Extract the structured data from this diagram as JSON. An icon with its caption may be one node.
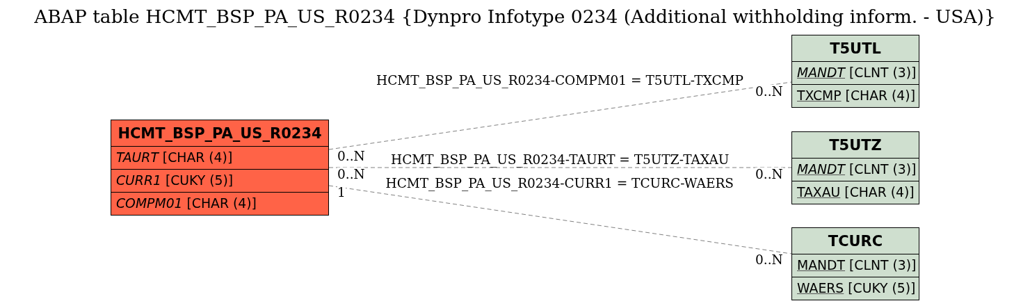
{
  "diagram": {
    "title": "ABAP table HCMT_BSP_PA_US_R0234 {Dynpro Infotype 0234 (Additional withholding inform. - USA)}",
    "nodes": [
      {
        "text": [
          "HCMT_BSP_PA_US_R0234"
        ]
      },
      {
        "text": [
          "*TAURT* [CHAR (4)]"
        ],
        "in": 0
      },
      {
        "text": [
          "*CURR1* [CUKY (5)]"
        ],
        "in": 0
      },
      {
        "text": [
          "*COMPM01* [CHAR (4)]"
        ],
        "in": 0
      },
      {
        "text": [
          "T5UTL"
        ]
      },
      {
        "text": [
          "*MANDT* [CLNT (3)]"
        ],
        "in": 4
      },
      {
        "text": [
          "TXCMP [CHAR (4)]"
        ],
        "in": 4
      },
      {
        "text": [
          "T5UTZ"
        ]
      },
      {
        "text": [
          "*MANDT* [CLNT (3)]"
        ],
        "in": 7
      },
      {
        "text": [
          "TAXAU [CHAR (4)]"
        ],
        "in": 7
      },
      {
        "text": [
          "TCURC"
        ]
      },
      {
        "text": [
          "MANDT [CLNT (3)]"
        ],
        "in": 10
      },
      {
        "text": [
          "WAERS [CUKY (5)]"
        ],
        "in": 10
      }
    ],
    "edges": [
      {
        "from": 0,
        "to": 4,
        "arrow": "none",
        "style": "dashed",
        "label": "HCMT_BSP_PA_US_R0234-COMPM01 = T5UTL-TXCMP"
      },
      {
        "from": 0,
        "to": 7,
        "arrow": "none",
        "style": "dashed",
        "label": "HCMT_BSP_PA_US_R0234-TAURT = T5UTZ-TAXAU"
      },
      {
        "from": 0,
        "to": 10,
        "arrow": "none",
        "style": "dashed",
        "label": "HCMT_BSP_PA_US_R0234-CURR1 = TCURC-WAERS"
      }
    ],
    "labels": [
      "0..N",
      "0..N",
      "0..N",
      "0..N",
      "1",
      "0..N"
    ]
  }
}
